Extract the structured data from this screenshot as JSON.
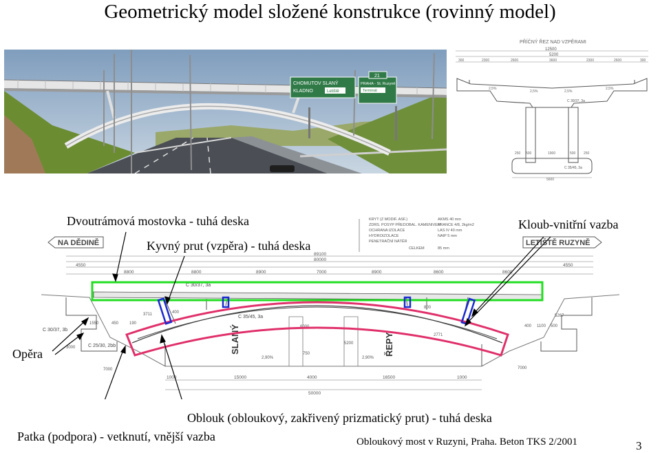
{
  "slide": {
    "title": "Geometrický model složené konstrukce (rovinný model)",
    "page_number": "3",
    "source": "Obloukový most v Ruzyni, Praha. Beton TKS 2/2001"
  },
  "labels": {
    "deck": "Dvoutrámová mostovka - tuhá deska",
    "strut": "Kyvný prut (vzpěra) - tuhá deska",
    "hinge": "Kloub-vnitřní vazba",
    "abutment": "Opěra",
    "arch": "Oblouk (obloukový, zakřivený prizmatický prut) - tuhá deska",
    "footing": "Patka (podpora) - vetknutí, vnější vazba"
  },
  "photo": {
    "sign_left_line1": "CHOMUTOV  SLANÝ",
    "sign_left_line2": "KLADNO",
    "sign_left_badge": "Letiště",
    "sign_right_line1": "PRAHA - St. Ruzyně",
    "sign_right_line2": "Terminál",
    "sign_top": "21"
  },
  "cross_section": {
    "title": "PŘÍČNÝ ŘEZ NAD VZPĚRAMI",
    "dim_total": "12500",
    "dim_mid": "5200",
    "dims_top": [
      "300",
      "2300",
      "2600",
      "3600",
      "2300",
      "2600",
      "300"
    ],
    "slopes": [
      "2,5%",
      "2,5%",
      "2,5%",
      "2,5%"
    ],
    "concrete": [
      "C 30/37, 3a",
      "C 35/45, 3a"
    ],
    "dim_bottom": "5600",
    "dims_low": [
      "250",
      "500",
      "1900",
      "500",
      "250"
    ]
  },
  "elevation": {
    "dir_left": "NA DĚDINĚ",
    "dir_right": "LETIŠTĚ RUZYNĚ",
    "top_dims": [
      "89100",
      "80000",
      "7000"
    ],
    "span_dims": [
      "4550",
      "8800",
      "8800",
      "8900",
      "8900",
      "8600",
      "8600",
      "4550"
    ],
    "materials": [
      "C 30/37, 3a",
      "C 35/45, 3a",
      "C 30/37, 3b",
      "C 25/30, 2bb"
    ],
    "road_left": "SLANÝ",
    "road_right": "ŘEPY",
    "grades": [
      "2,90%",
      "2,90%"
    ],
    "bottom_dims": [
      "1000",
      "15000",
      "4000",
      "16500",
      "1000"
    ],
    "total": "50000",
    "small_dims": [
      "1550",
      "450",
      "190",
      "3711",
      "750",
      "5200",
      "7000",
      "6000",
      "2771",
      "1100",
      "500",
      "5267",
      "3000",
      "7000",
      "400",
      "400",
      "800"
    ],
    "legend_table": [
      [
        "KRYT (Z MODIF. ASF.)",
        "AKMS  40 mm"
      ],
      [
        "ZDRS. POSYP PŘEDOBAL. KAMENIVEM",
        "FRANCE 4/8, 2kg/m2"
      ],
      [
        "OCHRANA IZOLACE",
        "LAS IV  40 mm"
      ],
      [
        "HYDROIZOLACE",
        "NAIP  5 mm"
      ],
      [
        "PENETRAČNÍ NÁTĚR",
        ""
      ],
      [
        "CELKEM",
        "85 mm"
      ]
    ]
  },
  "colors": {
    "deck_box": "#22dd22",
    "arch_outline": "#e0306a",
    "strut_box": "#1a2ad0",
    "sky": "#9db3cc",
    "grass": "#6f8f3b",
    "sign_green": "#2f7a47"
  }
}
